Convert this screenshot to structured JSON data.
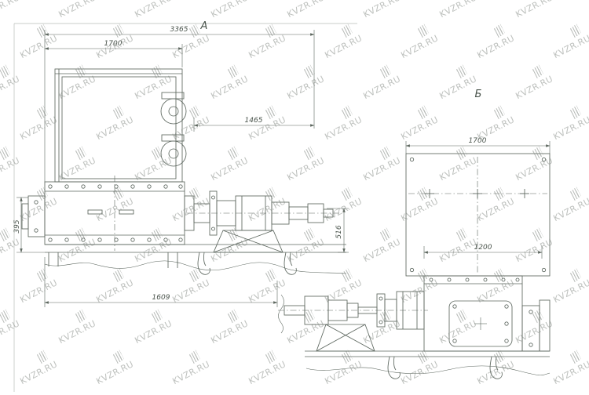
{
  "drawing": {
    "type": "technical-drawing",
    "views": {
      "a": {
        "label": "А",
        "dims": {
          "overall": "3365",
          "hopper_width": "1700",
          "drive_span": "1465",
          "body_height": "395",
          "drive_height": "516",
          "base_length": "1609"
        }
      },
      "b": {
        "label": "Б",
        "dims": {
          "panel_width": "1700",
          "opening_width": "1200"
        }
      }
    }
  },
  "watermark": {
    "text": "KVZR.RU",
    "icon": "hatch-barcode"
  },
  "colors": {
    "line": "#5d675f",
    "dim_text": "#4a544c",
    "watermark": "rgba(125,131,126,0.5)",
    "frame": "#b9beb9"
  }
}
